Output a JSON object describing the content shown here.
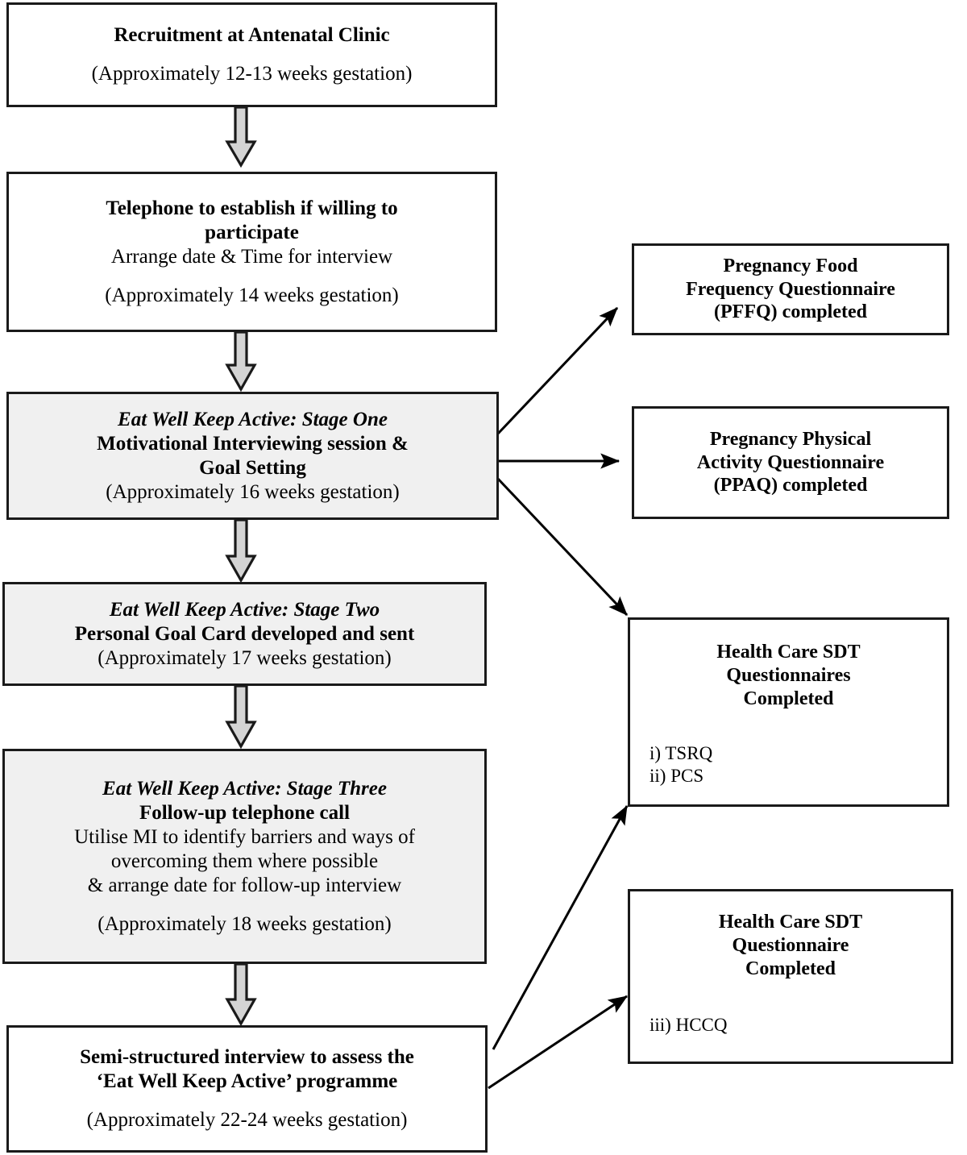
{
  "diagram": {
    "title": "Eat Well Keep Active study flow diagram",
    "colors": {
      "border": "#1a1a1a",
      "shaded_fill": "#f0f0f0",
      "plain_fill": "#ffffff",
      "block_arrow_fill": "#d4d4d4",
      "line_arrow": "#000000"
    }
  },
  "nodes": {
    "recruitment": {
      "line1": "Recruitment at Antenatal Clinic",
      "line2": "(Approximately 12-13 weeks gestation)"
    },
    "telephone": {
      "line1": "Telephone to establish if willing to",
      "line2": "participate",
      "line3": "Arrange date & Time for interview",
      "line4": "(Approximately 14 weeks gestation)"
    },
    "stage_one": {
      "line1": "Eat Well Keep Active: Stage One",
      "line2": "Motivational Interviewing session &",
      "line3": "Goal Setting",
      "line4": "(Approximately 16 weeks gestation)"
    },
    "stage_two": {
      "line1": "Eat Well Keep Active: Stage Two",
      "line2": "Personal Goal Card developed and sent",
      "line3": "(Approximately 17 weeks gestation)"
    },
    "stage_three": {
      "line1": "Eat Well Keep Active: Stage Three",
      "line2": "Follow-up telephone call",
      "line3": "Utilise MI to identify barriers and ways of",
      "line4": "overcoming them where possible",
      "line5": "& arrange date for follow-up interview",
      "line6": "(Approximately 18 weeks gestation)"
    },
    "semi_structured": {
      "line1": "Semi-structured interview to assess the",
      "line2": "‘Eat Well Keep Active’ programme",
      "line3": "(Approximately 22-24 weeks gestation)"
    },
    "pffq": {
      "line1": "Pregnancy Food",
      "line2": "Frequency Questionnaire",
      "line3": "(PFFQ) completed"
    },
    "ppaq": {
      "line1": "Pregnancy Physical",
      "line2": "Activity Questionnaire",
      "line3": "(PPAQ) completed"
    },
    "sdt_questionnaires": {
      "line1": "Health Care SDT",
      "line2": "Questionnaires",
      "line3": "Completed",
      "items": [
        "i) TSRQ",
        "ii) PCS"
      ]
    },
    "sdt_questionnaire": {
      "line1": "Health Care SDT",
      "line2": "Questionnaire",
      "line3": "Completed",
      "items": [
        "iii) HCCQ"
      ]
    }
  }
}
